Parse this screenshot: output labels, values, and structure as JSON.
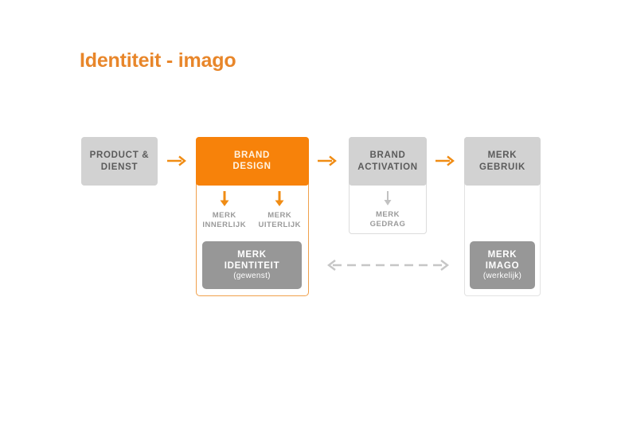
{
  "slide": {
    "title": "Identiteit - imago",
    "background_color": "#FFFFFF"
  },
  "colors": {
    "accent_orange": "#F7820A",
    "title_orange": "#E8862A",
    "orange_border": "#F0A04B",
    "light_gray_box": "#D2D2D2",
    "mid_gray_box": "#979797",
    "dark_gray_text": "#5B5B5B",
    "muted_gray_text": "#9A9A9A",
    "dashed_arrow_gray": "#C6C6C6"
  },
  "diagram": {
    "type": "process-flow",
    "stages": [
      {
        "id": "product-dienst",
        "header": "PRODUCT &\nDIENST",
        "header_line1": "PRODUCT &",
        "header_line2": "DIENST",
        "header_style": "light-gray"
      },
      {
        "id": "brand-design",
        "header_line1": "BRAND",
        "header_line2": "DESIGN",
        "header_style": "orange",
        "sub_items": [
          {
            "id": "merk-innerlijk",
            "line1": "MERK",
            "line2": "INNERLIJK",
            "arrow": "arrow-down-orange"
          },
          {
            "id": "merk-uiterlijk",
            "line1": "MERK",
            "line2": "UITERLIJK",
            "arrow": "arrow-down-orange"
          }
        ],
        "outcome": {
          "id": "merk-identiteit",
          "line1": "MERK",
          "line2": "IDENTITEIT",
          "qualifier": "(gewenst)",
          "style": "mid-gray"
        }
      },
      {
        "id": "brand-activation",
        "header_line1": "BRAND",
        "header_line2": "ACTIVATION",
        "header_style": "light-gray",
        "sub_items": [
          {
            "id": "merk-gedrag",
            "line1": "MERK",
            "line2": "GEDRAG",
            "arrow": "arrow-down-gray"
          }
        ]
      },
      {
        "id": "merk-gebruik",
        "header_line1": "MERK",
        "header_line2": "GEBRUIK",
        "header_style": "light-gray",
        "outcome": {
          "id": "merk-imago",
          "line1": "MERK",
          "line2": "IMAGO",
          "qualifier": "(werkelijk)",
          "style": "mid-gray"
        }
      }
    ],
    "connectors": [
      {
        "id": "arrow-product-to-design",
        "type": "arrow-right-orange"
      },
      {
        "id": "arrow-design-to-activation",
        "type": "arrow-right-orange"
      },
      {
        "id": "arrow-activation-to-gebruik",
        "type": "arrow-right-orange"
      },
      {
        "id": "arrow-identiteit-imago",
        "type": "dashed-double-arrow-gray"
      }
    ]
  }
}
